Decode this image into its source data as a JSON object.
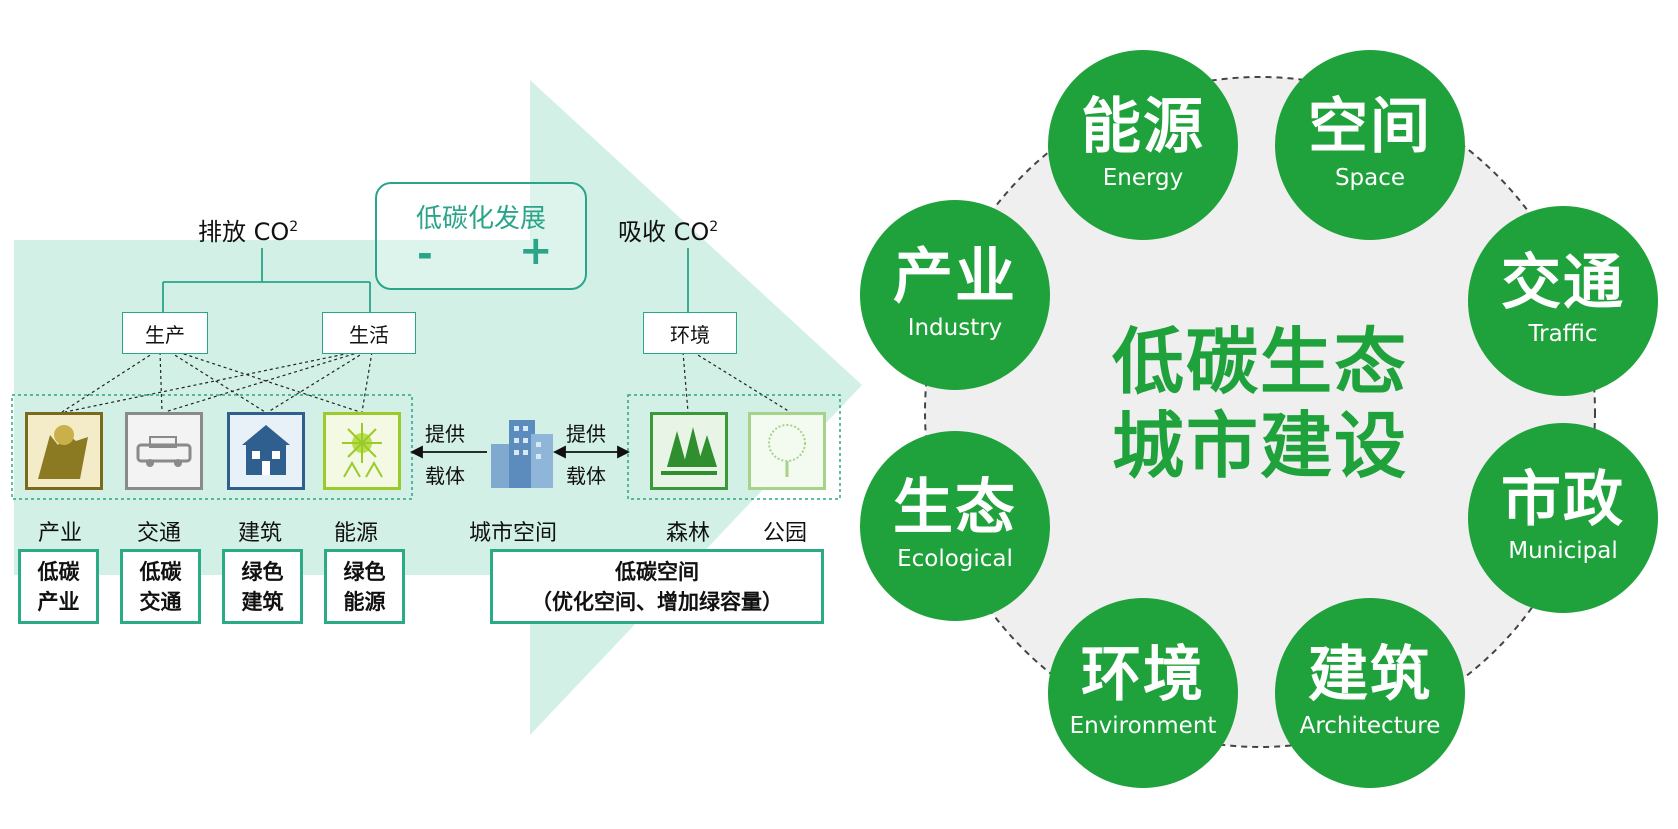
{
  "left": {
    "emission_label": "排放",
    "absorb_label": "吸收",
    "co2": "CO",
    "co2_sup": "2",
    "dev_title": "低碳化发展",
    "minus": "-",
    "plus": "+",
    "production": "生产",
    "living": "生活",
    "environment": "环境",
    "provide_left": "提供",
    "carrier_left": "载体",
    "provide_right": "提供",
    "carrier_right": "载体",
    "cat_industry": "产业",
    "cat_traffic": "交通",
    "cat_building": "建筑",
    "cat_energy": "能源",
    "cat_urban_space": "城市空间",
    "cat_forest": "森林",
    "cat_park": "公园",
    "chip_industry": "低碳\n产业",
    "chip_traffic": "低碳\n交通",
    "chip_building": "绿色\n建筑",
    "chip_energy": "绿色\n能源",
    "chip_space": "低碳空间\n（优化空间、增加绿容量）",
    "icon_colors": {
      "industry": "#7a6a1c",
      "traffic": "#8a8a8a",
      "building": "#2f5f8f",
      "energy": "#9acb2a",
      "forest": "#3a9a3a",
      "park": "#a6d28a",
      "urban": "#6b9ac4"
    }
  },
  "right": {
    "center_line1": "低碳生态",
    "center_line2": "城市建设",
    "nodes": [
      {
        "zh": "能源",
        "en": "Energy"
      },
      {
        "zh": "空间",
        "en": "Space"
      },
      {
        "zh": "交通",
        "en": "Traffic"
      },
      {
        "zh": "市政",
        "en": "Municipal"
      },
      {
        "zh": "建筑",
        "en": "Architecture"
      },
      {
        "zh": "环境",
        "en": "Environment"
      },
      {
        "zh": "生态",
        "en": "Ecological"
      },
      {
        "zh": "产业",
        "en": "Industry"
      }
    ],
    "accent": "#1fa13b"
  }
}
